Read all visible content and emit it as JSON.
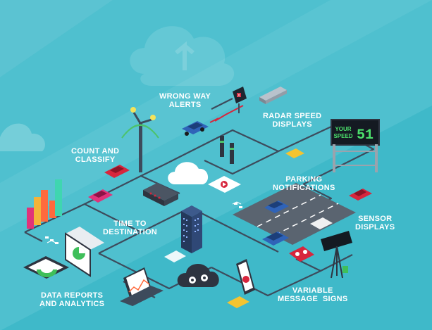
{
  "labels": {
    "wrong_way": [
      "WRONG WAY",
      "ALERTS"
    ],
    "radar_speed": [
      "RADAR SPEED",
      "DISPLAYS"
    ],
    "count_classify": [
      "COUNT AND",
      "CLASSIFY"
    ],
    "parking": [
      "PARKING",
      "NOTIFICATIONS"
    ],
    "time_destination": [
      "TIME TO",
      "DESTINATION"
    ],
    "sensor_displays": [
      "SENSOR",
      "DISPLAYS"
    ],
    "data_reports": [
      "DATA REPORTS",
      "AND ANALYTICS"
    ],
    "variable_message": [
      "VARIABLE",
      "MESSAGE  SIGNS"
    ]
  },
  "speed_sign": {
    "text_line1": "YOUR",
    "text_line2": "SPEED",
    "value": "51"
  },
  "wrong_way_sign": "X",
  "colors": {
    "background": "#3fb9c9",
    "band": "#5fc6d3",
    "circuit_line": "#3d4b5c",
    "road": "#5a6470",
    "car_blue": "#2f63b8",
    "car_red": "#d7263d",
    "label": "#ffffff"
  }
}
